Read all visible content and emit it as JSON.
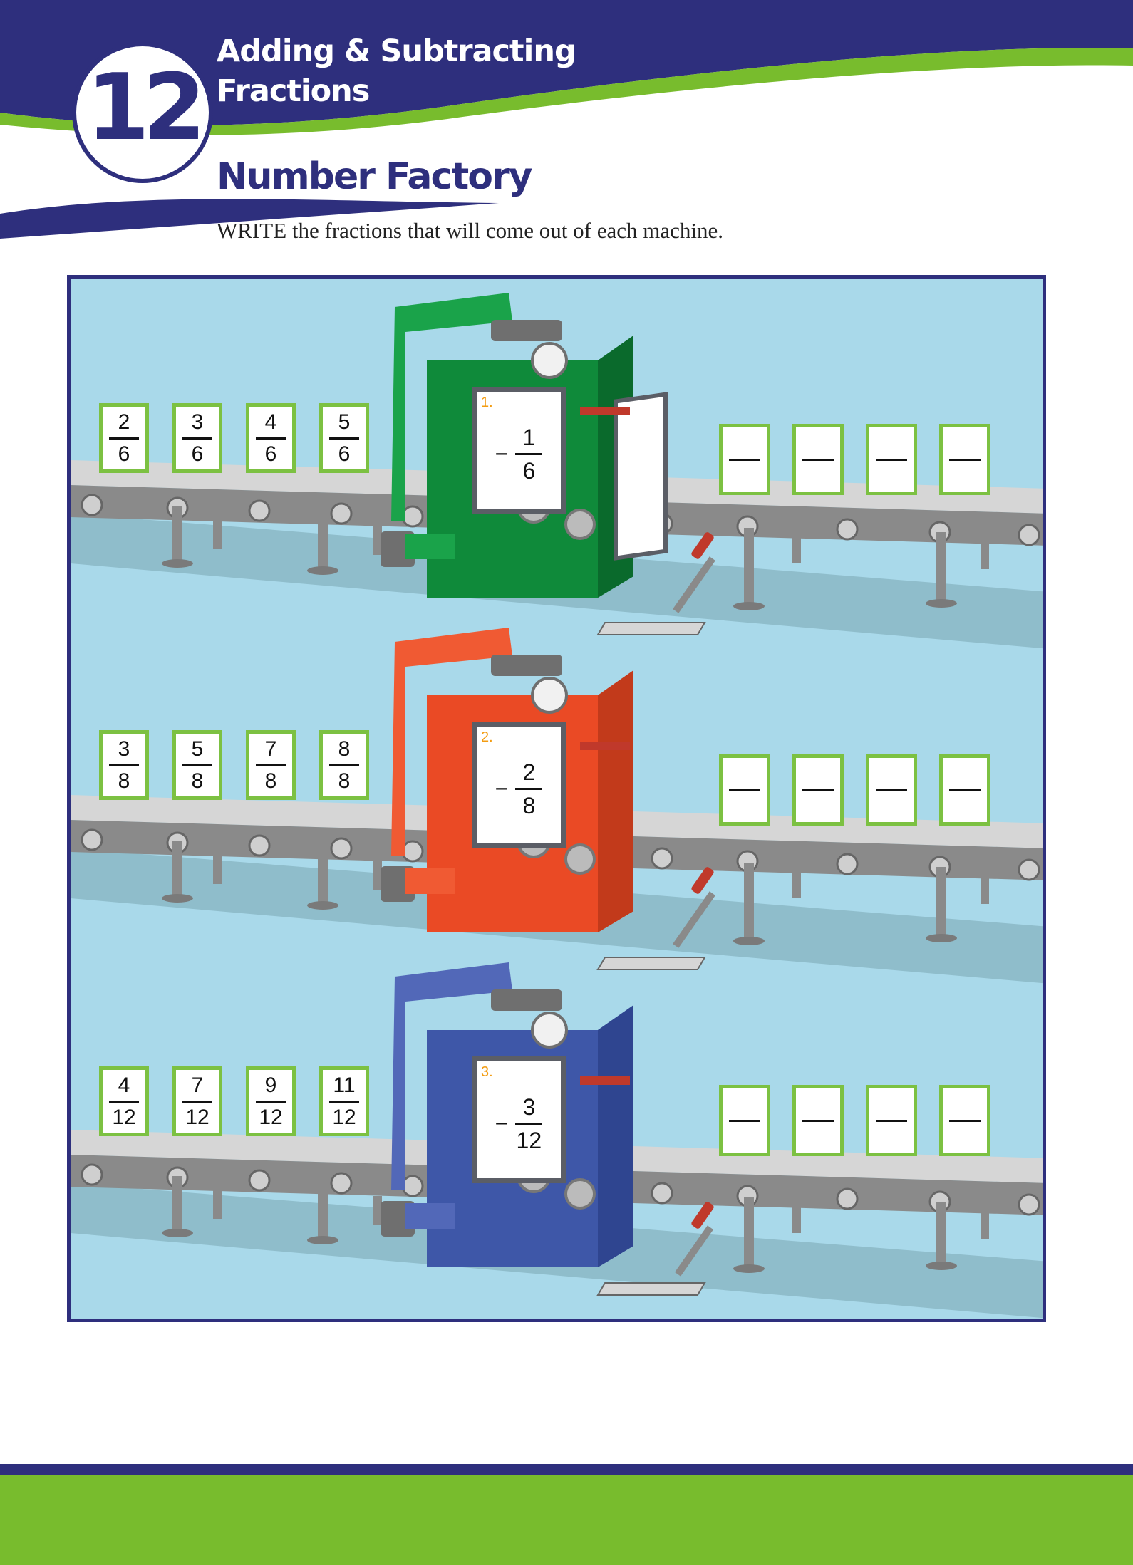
{
  "header": {
    "chapter_number": "12",
    "chapter_title_line1": "Adding & Subtracting",
    "chapter_title_line2": "Fractions",
    "page_title": "Number Factory",
    "instruction": "WRITE the fractions that will come out of each machine."
  },
  "colors": {
    "navy": "#2e2f7d",
    "green_accent": "#78bc2d",
    "sky": "#a9d9ea",
    "machine_1": "#0f8a3a",
    "machine_2": "#ea4a25",
    "machine_3": "#3e57a8"
  },
  "machines": [
    {
      "label": "1.",
      "operator": "−",
      "operand_num": "1",
      "operand_den": "6",
      "inputs": [
        {
          "num": "2",
          "den": "6"
        },
        {
          "num": "3",
          "den": "6"
        },
        {
          "num": "4",
          "den": "6"
        },
        {
          "num": "5",
          "den": "6"
        }
      ],
      "answer_blanks": 4
    },
    {
      "label": "2.",
      "operator": "−",
      "operand_num": "2",
      "operand_den": "8",
      "inputs": [
        {
          "num": "3",
          "den": "8"
        },
        {
          "num": "5",
          "den": "8"
        },
        {
          "num": "7",
          "den": "8"
        },
        {
          "num": "8",
          "den": "8"
        }
      ],
      "answer_blanks": 4
    },
    {
      "label": "3.",
      "operator": "−",
      "operand_num": "3",
      "operand_den": "12",
      "inputs": [
        {
          "num": "4",
          "den": "12"
        },
        {
          "num": "7",
          "den": "12"
        },
        {
          "num": "9",
          "den": "12"
        },
        {
          "num": "11",
          "den": "12"
        }
      ],
      "answer_blanks": 4
    }
  ]
}
